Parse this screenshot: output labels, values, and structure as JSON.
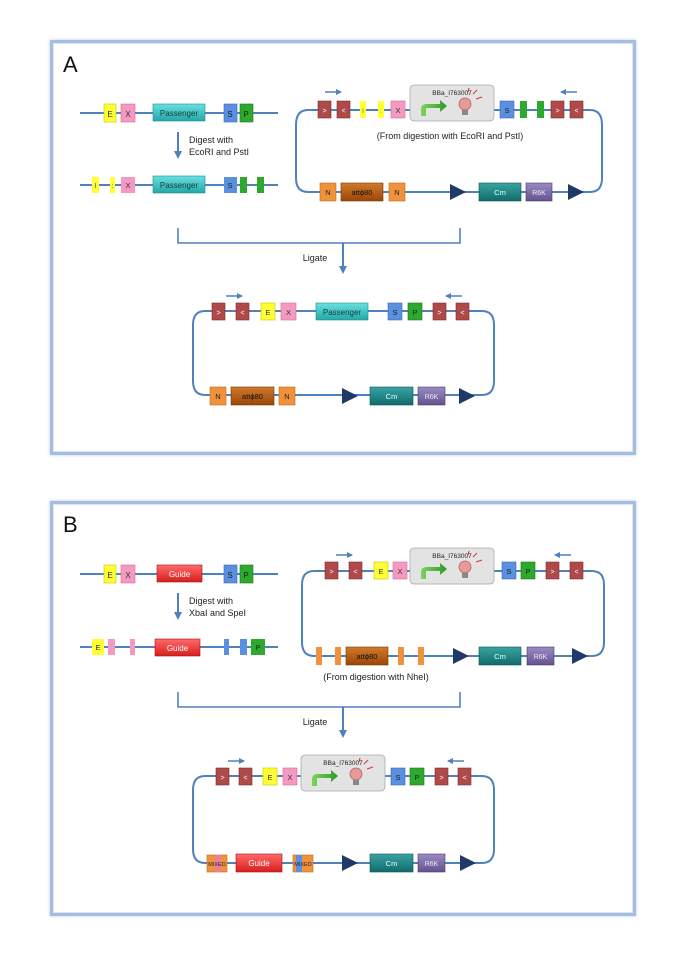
{
  "panels": [
    {
      "letter": "A",
      "passenger_label": "Passenger",
      "step1_line1": "Digest with",
      "step1_line2": "EcoRI and PstI",
      "plasmid_note": "(From digestion with EcoRI and PstI)",
      "ligate_label": "Ligate"
    },
    {
      "letter": "B",
      "guide_label": "Guide",
      "step1_line1": "Digest with",
      "step1_line2": "XbaI and SpeI",
      "plasmid_note": "(From digestion with NheI)",
      "ligate_label": "Ligate"
    }
  ],
  "parts": {
    "ecori": "E",
    "xbai": "X",
    "spei": "S",
    "psti": "P",
    "primer_fwd": ">",
    "primer_rev": "<",
    "nhei": "N",
    "att": "attϕ80",
    "cm": "Cm",
    "r6k": "R6K",
    "biobrick_id": "BBa_I763007",
    "mixed": "MIXED"
  },
  "colors": {
    "backbone": "#4f81bd",
    "ecori": "#ffff33",
    "xbai": "#f49ac1",
    "spei": "#5b8fe0",
    "psti": "#2fa82f",
    "primer": "#b04a4a",
    "nhei": "#f0923c",
    "att": "#b85c12",
    "cm": "#1c8a8a",
    "r6k": "#7d6aa8",
    "passenger": "#3cc8c8",
    "guide": "#f03a3a"
  }
}
